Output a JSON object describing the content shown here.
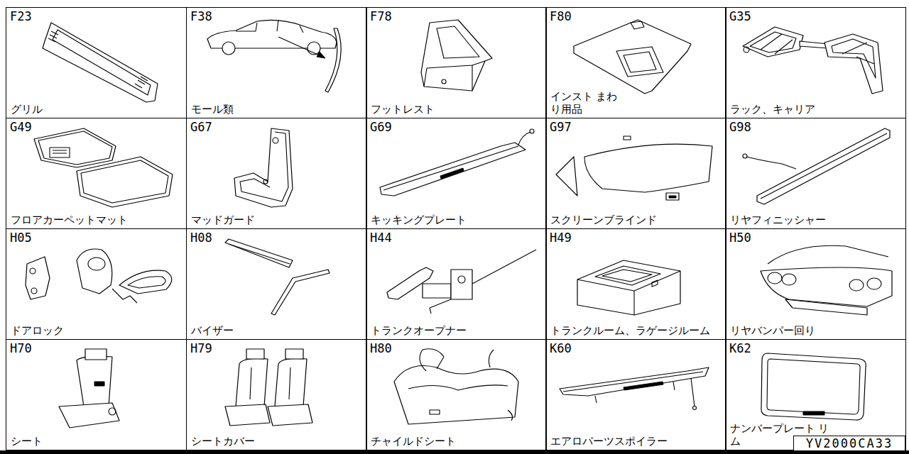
{
  "diagram": {
    "nodes": [
      {
        "text": [
          "F23",
          "グリル"
        ]
      },
      {
        "text": [
          "F38",
          "モール類"
        ]
      },
      {
        "text": [
          "F78",
          "フットレスト"
        ]
      },
      {
        "text": [
          "F80",
          "インスト まわり用品"
        ]
      },
      {
        "text": [
          "G35",
          "ラック、キャリア"
        ]
      },
      {
        "text": [
          "G49",
          "フロアカーペットマット"
        ]
      },
      {
        "text": [
          "G67",
          "マッドガード"
        ]
      },
      {
        "text": [
          "G69",
          "キッキングプレート"
        ]
      },
      {
        "text": [
          "G97",
          "スクリーンブラインド"
        ]
      },
      {
        "text": [
          "G98",
          "リヤフィニッシャー"
        ]
      },
      {
        "text": [
          "H05",
          "ドアロック"
        ]
      },
      {
        "text": [
          "H08",
          "バイザー"
        ]
      },
      {
        "text": [
          "H44",
          "トランクオープナー"
        ]
      },
      {
        "text": [
          "H49",
          "トランクルーム、ラゲージルーム"
        ]
      },
      {
        "text": [
          "H50",
          "リヤバンパー回り"
        ]
      },
      {
        "text": [
          "H70",
          "シート"
        ]
      },
      {
        "text": [
          "H79",
          "シートカバー"
        ]
      },
      {
        "text": [
          "H80",
          "チャイルドシート"
        ]
      },
      {
        "text": [
          "K60",
          "エアロパーツスポイラー"
        ]
      },
      {
        "text": [
          "K62",
          "ナンバープレート リム"
        ]
      },
      {
        "text": [
          "YV2000CA33"
        ]
      }
    ]
  }
}
